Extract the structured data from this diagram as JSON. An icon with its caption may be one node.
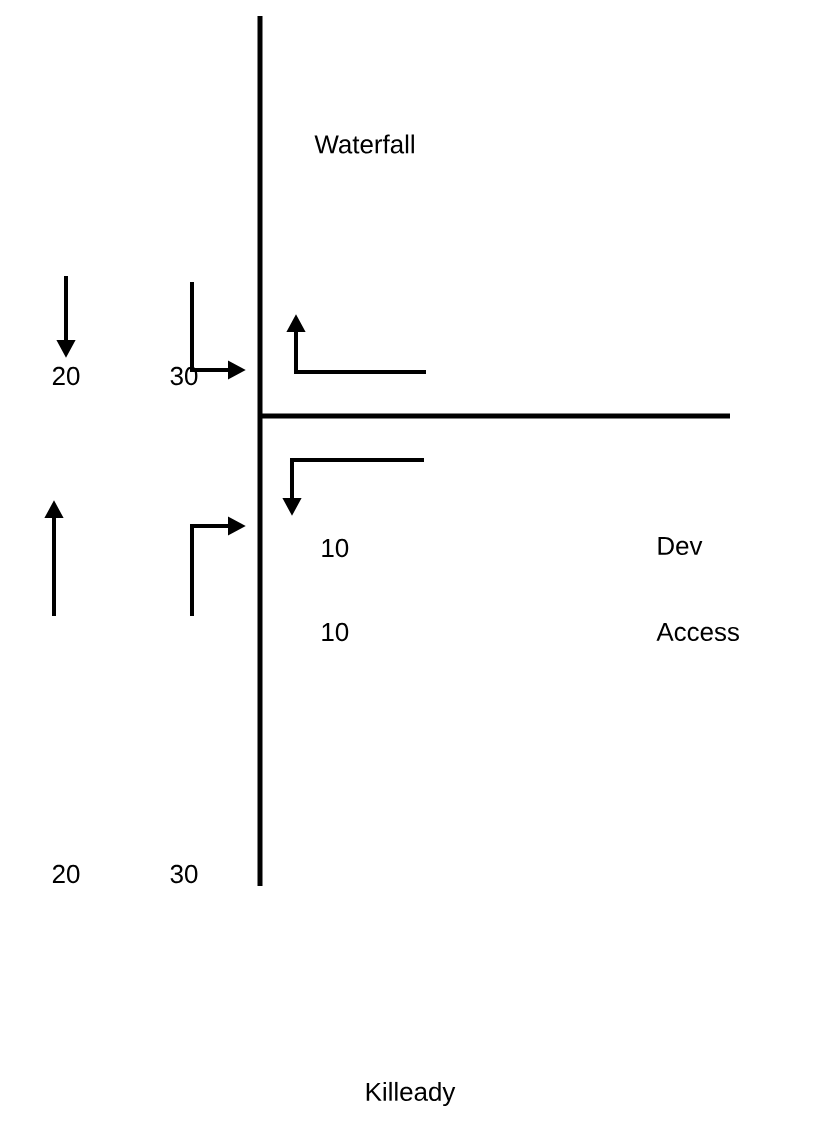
{
  "diagram": {
    "labels": [
      "Waterfall",
      "20",
      "30",
      "10",
      "Dev",
      "10",
      "Access",
      "20",
      "30",
      "Killeady"
    ]
  }
}
